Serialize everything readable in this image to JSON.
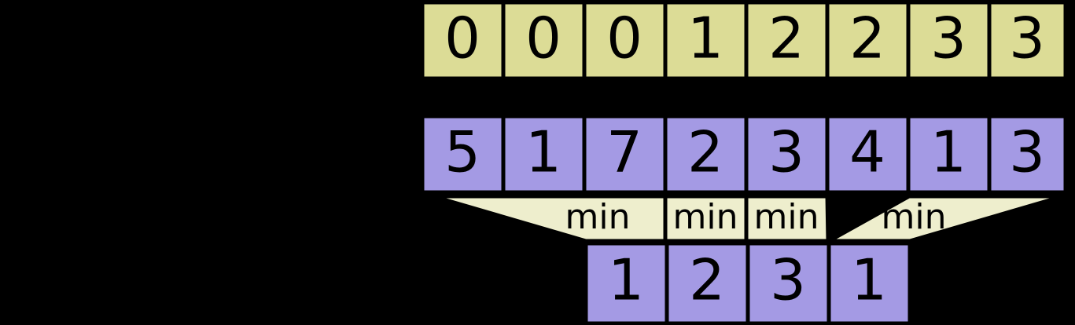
{
  "colors": {
    "background": "#000000",
    "index_row_fill": "#dcdc96",
    "value_row_fill": "#a49ae4",
    "result_row_fill": "#a49ae4",
    "min_band_fill": "#eeeecd",
    "stroke": "#000000"
  },
  "diagram": {
    "type": "sparse-table-min-query",
    "rows": [
      {
        "name": "index-row",
        "fill_key": "index_row_fill",
        "cells": [
          "0",
          "0",
          "0",
          "1",
          "2",
          "2",
          "3",
          "3"
        ]
      },
      {
        "name": "value-row",
        "fill_key": "value_row_fill",
        "cells": [
          "5",
          "1",
          "7",
          "2",
          "3",
          "4",
          "1",
          "3"
        ]
      },
      {
        "name": "result-row",
        "fill_key": "result_row_fill",
        "cells": [
          "1",
          "2",
          "3",
          "1"
        ]
      }
    ],
    "min_band": {
      "label": "min",
      "segments": [
        {
          "name": "min-segment-1",
          "label": "min"
        },
        {
          "name": "min-segment-2",
          "label": "min"
        },
        {
          "name": "min-segment-3",
          "label": "min"
        },
        {
          "name": "min-segment-4",
          "label": "min"
        }
      ]
    }
  }
}
